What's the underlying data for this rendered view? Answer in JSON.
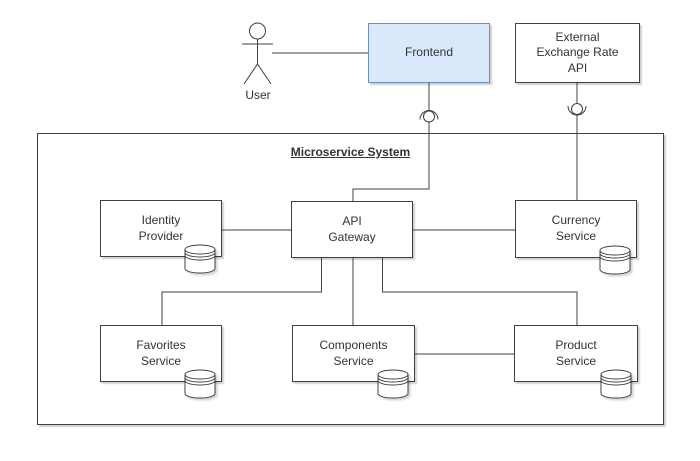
{
  "system": {
    "title": "Microservice System"
  },
  "actor": {
    "label": "User"
  },
  "nodes": {
    "frontend": {
      "label": "Frontend"
    },
    "external_api": {
      "label": [
        "External",
        "Exchange Rate",
        "API"
      ]
    },
    "identity_provider": {
      "label": [
        "Identity",
        "Provider"
      ],
      "has_database": true
    },
    "api_gateway": {
      "label": [
        "API",
        "Gateway"
      ],
      "has_database": false
    },
    "currency_service": {
      "label": [
        "Currency",
        "Service"
      ],
      "has_database": true
    },
    "favorites_service": {
      "label": [
        "Favorites",
        "Service"
      ],
      "has_database": true
    },
    "components_service": {
      "label": [
        "Components",
        "Service"
      ],
      "has_database": true
    },
    "product_service": {
      "label": [
        "Product",
        "Service"
      ],
      "has_database": true
    }
  },
  "connections": [
    {
      "from": "User",
      "to": "Frontend"
    },
    {
      "from": "Frontend",
      "to": "API Gateway",
      "via": "ball-and-socket interface"
    },
    {
      "from": "External Exchange Rate API",
      "to": "Currency Service",
      "via": "ball-and-socket interface"
    },
    {
      "from": "Identity Provider",
      "to": "API Gateway"
    },
    {
      "from": "API Gateway",
      "to": "Currency Service"
    },
    {
      "from": "API Gateway",
      "to": "Favorites Service"
    },
    {
      "from": "API Gateway",
      "to": "Components Service"
    },
    {
      "from": "API Gateway",
      "to": "Product Service"
    },
    {
      "from": "Components Service",
      "to": "Product Service"
    }
  ],
  "icons": {
    "user": "stick-figure-actor-icon",
    "database": "database-cylinder-icon",
    "interface": "ball-and-socket-icon"
  },
  "colors": {
    "frontend_fill": "#dae8fc",
    "frontend_border": "#6c8ebf",
    "box_fill": "#ffffff",
    "stroke": "#404040",
    "background": "#ffffff"
  }
}
